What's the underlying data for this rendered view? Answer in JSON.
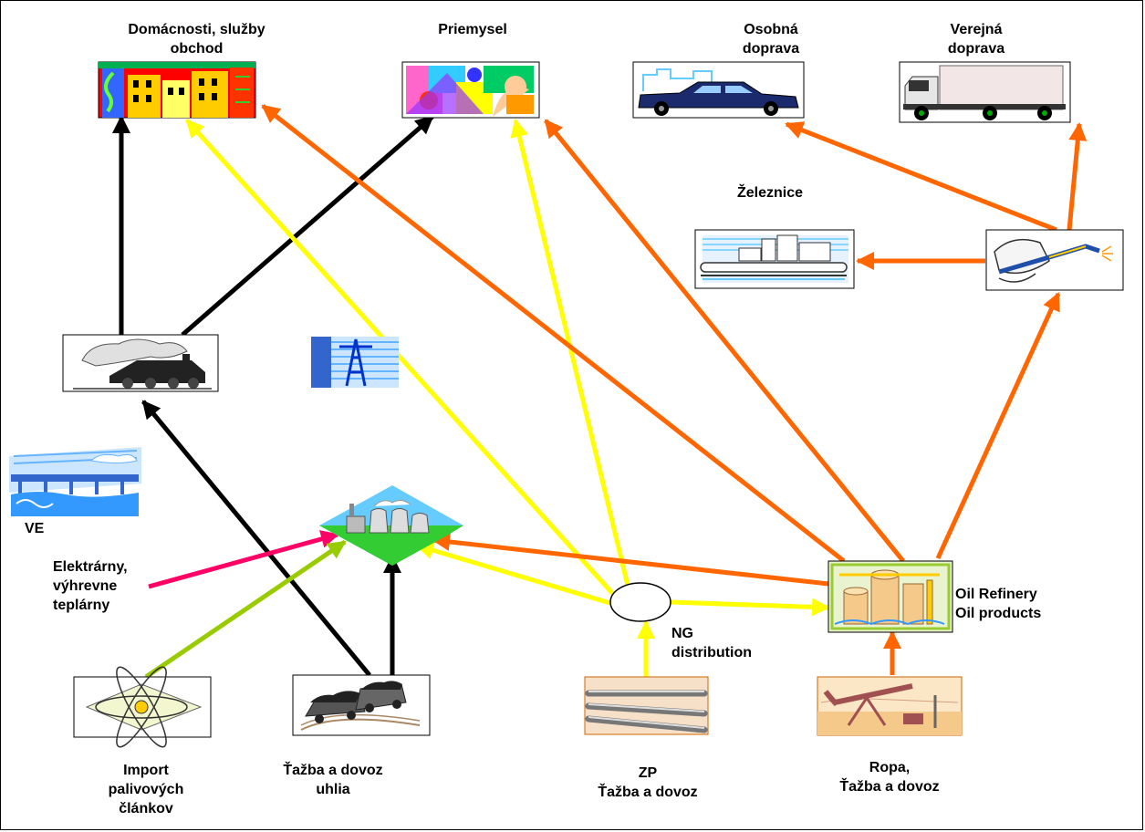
{
  "labels": {
    "households": "Domácnosti, služby\nobchod",
    "industry": "Priemysel",
    "personal_transport": "Osobná\ndoprava",
    "public_transport": "Verejná\ndoprava",
    "railway": "Železnice",
    "hydro": "VE",
    "power_plants": "Elektrárny,\nvýhrevne\nteplárny",
    "ng_distribution": "NG\ndistribution",
    "refinery": "Oil Refinery\nOil products",
    "nuclear_fuel": "Import\npalivových\nčlánkov",
    "coal": "Ťažba a dovoz\nuhlia",
    "gas": "ZP\nŤažba a dovoz",
    "oil": "Ropa,\nŤažba a dovoz"
  },
  "colors": {
    "coal": "#000000",
    "gas": "#ffff00",
    "oil": "#ff6600",
    "hydro": "#ff0066",
    "nuclear": "#99cc00"
  },
  "icons": {
    "households": "city-buildings-clipart",
    "industry": "industry-collage-clipart",
    "personal_transport": "car-clipart",
    "public_transport": "truck-clipart",
    "railway": "train-city-clipart",
    "fuel_station": "fuel-nozzle-clipart",
    "steam_train": "steam-locomotive-clipart",
    "power_line": "power-pylon-clipart",
    "hydro": "hydro-dam-clipart",
    "power_plant": "power-plant-clipart",
    "nuclear": "atom-clipart",
    "coal": "coal-wagon-clipart",
    "gas": "pipeline-clipart",
    "oil": "oil-pump-clipart",
    "refinery": "refinery-clipart"
  }
}
